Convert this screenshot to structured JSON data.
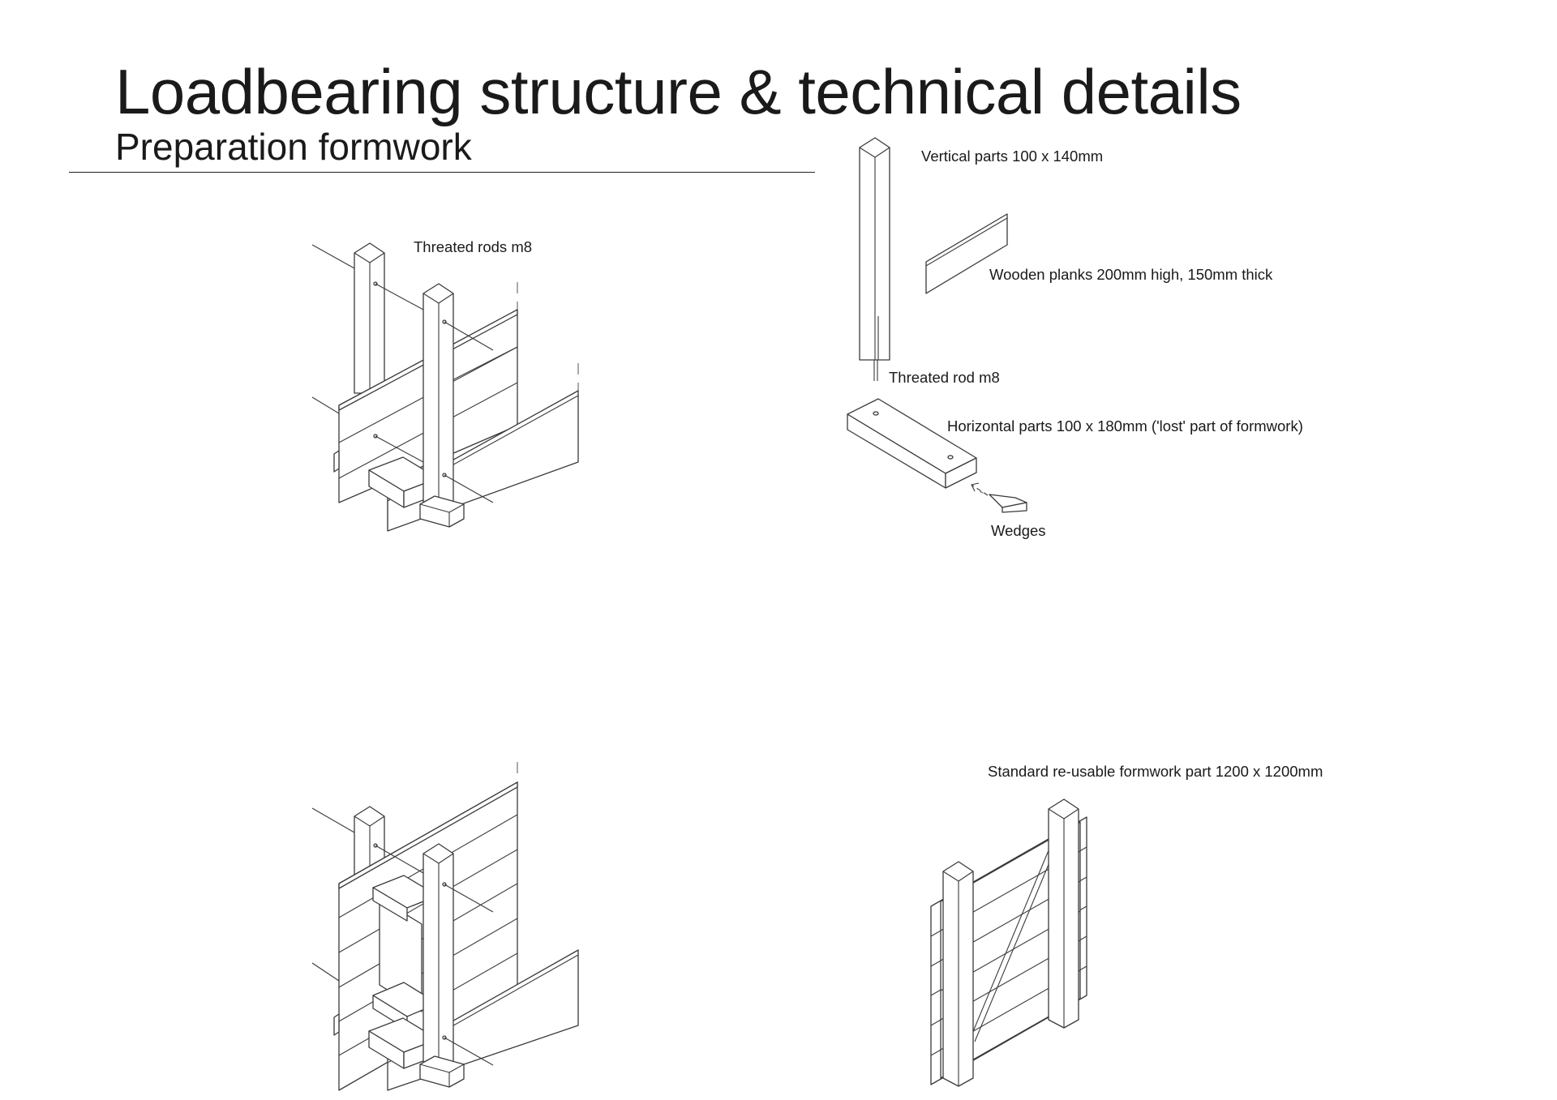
{
  "header": {
    "title": "Loadbearing structure & technical details",
    "subtitle": "Preparation formwork"
  },
  "labels": {
    "threaded_rods": "Threated rods m8",
    "vertical_parts": "Vertical parts 100 x 140mm",
    "wooden_planks": "Wooden planks 200mm high,  150mm thick",
    "threaded_rod": "Threated rod m8",
    "horizontal_parts": "Horizontal parts 100 x 180mm ('lost' part of formwork)",
    "wedges": "Wedges",
    "standard_formwork": "Standard re-usable formwork  part 1200 x 1200mm"
  }
}
